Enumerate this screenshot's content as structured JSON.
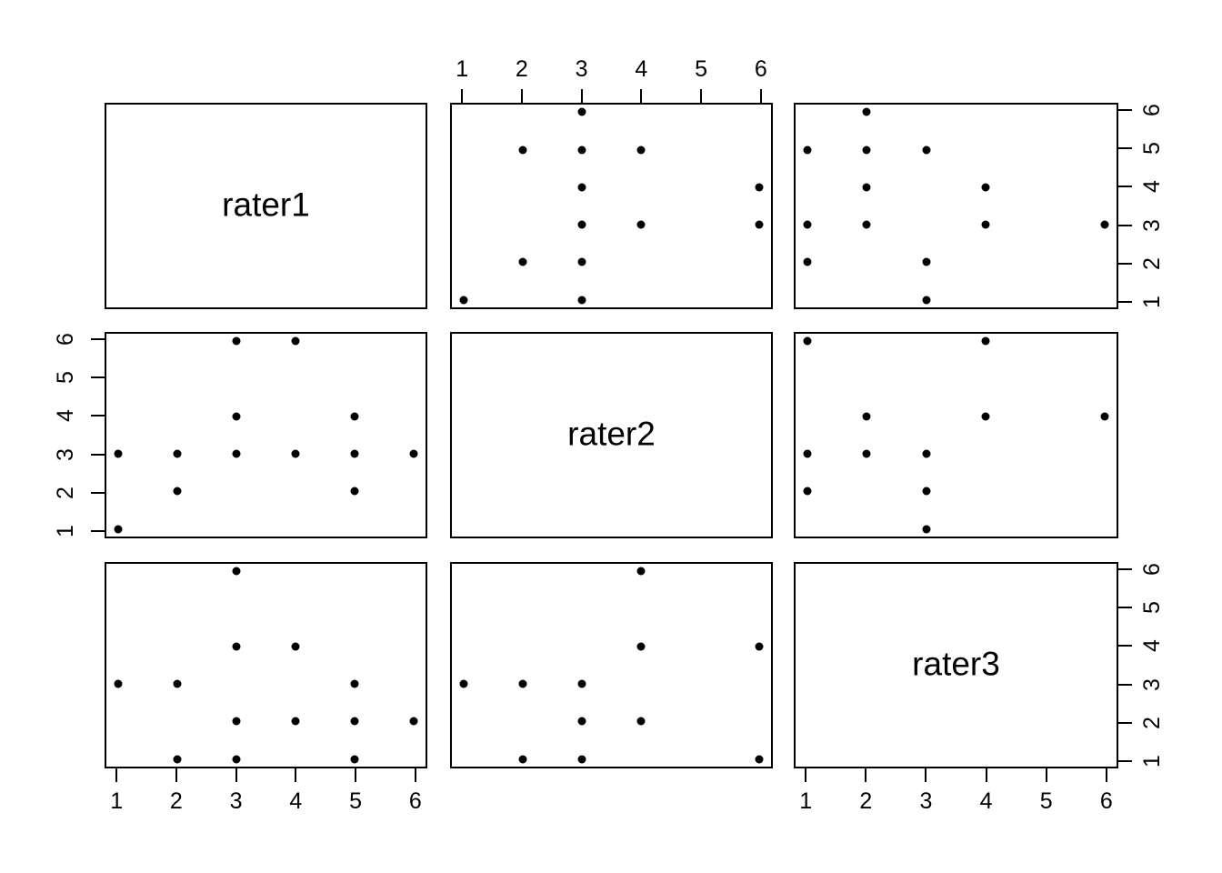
{
  "figure": {
    "background": "#ffffff",
    "foreground": "#000000",
    "point_color": "#000000"
  },
  "chart_data": {
    "type": "scatter",
    "subtype": "scatterplot-matrix",
    "title": "",
    "variables": [
      "rater1",
      "rater2",
      "rater3"
    ],
    "axis_range": [
      1,
      6
    ],
    "axis_expansion": 0.04,
    "tick_values": [
      1,
      2,
      3,
      4,
      5,
      6
    ],
    "tick_labels": [
      "1",
      "2",
      "3",
      "4",
      "5",
      "6"
    ],
    "grid": "off",
    "legend": "none",
    "panels": [
      {
        "row": 0,
        "col": 1,
        "x_var": "rater2",
        "y_var": "rater1",
        "points": [
          [
            3,
            6
          ],
          [
            2,
            5
          ],
          [
            3,
            5
          ],
          [
            4,
            5
          ],
          [
            3,
            4
          ],
          [
            6,
            4
          ],
          [
            3,
            3
          ],
          [
            4,
            3
          ],
          [
            6,
            3
          ],
          [
            2,
            2
          ],
          [
            3,
            2
          ],
          [
            1,
            1
          ],
          [
            3,
            1
          ]
        ]
      },
      {
        "row": 0,
        "col": 2,
        "x_var": "rater3",
        "y_var": "rater1",
        "points": [
          [
            2,
            6
          ],
          [
            1,
            5
          ],
          [
            2,
            5
          ],
          [
            3,
            5
          ],
          [
            2,
            4
          ],
          [
            4,
            4
          ],
          [
            1,
            3
          ],
          [
            2,
            3
          ],
          [
            4,
            3
          ],
          [
            6,
            3
          ],
          [
            1,
            2
          ],
          [
            3,
            2
          ],
          [
            3,
            1
          ]
        ]
      },
      {
        "row": 1,
        "col": 0,
        "x_var": "rater1",
        "y_var": "rater2",
        "points": [
          [
            3,
            6
          ],
          [
            4,
            6
          ],
          [
            3,
            4
          ],
          [
            5,
            4
          ],
          [
            1,
            3
          ],
          [
            2,
            3
          ],
          [
            3,
            3
          ],
          [
            4,
            3
          ],
          [
            5,
            3
          ],
          [
            6,
            3
          ],
          [
            2,
            2
          ],
          [
            5,
            2
          ],
          [
            1,
            1
          ]
        ]
      },
      {
        "row": 1,
        "col": 2,
        "x_var": "rater3",
        "y_var": "rater2",
        "points": [
          [
            1,
            6
          ],
          [
            4,
            6
          ],
          [
            2,
            4
          ],
          [
            4,
            4
          ],
          [
            6,
            4
          ],
          [
            1,
            3
          ],
          [
            2,
            3
          ],
          [
            3,
            3
          ],
          [
            1,
            2
          ],
          [
            3,
            2
          ],
          [
            3,
            1
          ]
        ]
      },
      {
        "row": 2,
        "col": 0,
        "x_var": "rater1",
        "y_var": "rater3",
        "points": [
          [
            3,
            6
          ],
          [
            3,
            4
          ],
          [
            4,
            4
          ],
          [
            1,
            3
          ],
          [
            2,
            3
          ],
          [
            5,
            3
          ],
          [
            3,
            2
          ],
          [
            4,
            2
          ],
          [
            5,
            2
          ],
          [
            6,
            2
          ],
          [
            2,
            1
          ],
          [
            3,
            1
          ],
          [
            5,
            1
          ]
        ]
      },
      {
        "row": 2,
        "col": 1,
        "x_var": "rater2",
        "y_var": "rater3",
        "points": [
          [
            4,
            6
          ],
          [
            4,
            4
          ],
          [
            6,
            4
          ],
          [
            1,
            3
          ],
          [
            2,
            3
          ],
          [
            3,
            3
          ],
          [
            3,
            2
          ],
          [
            4,
            2
          ],
          [
            2,
            1
          ],
          [
            3,
            1
          ],
          [
            6,
            1
          ]
        ]
      }
    ],
    "axes": [
      {
        "side": "top",
        "row": 0,
        "col": 1,
        "var": "rater2"
      },
      {
        "side": "right",
        "row": 0,
        "col": 2,
        "var": "rater1"
      },
      {
        "side": "left",
        "row": 1,
        "col": 0,
        "var": "rater2"
      },
      {
        "side": "bottom",
        "row": 2,
        "col": 0,
        "var": "rater1"
      },
      {
        "side": "right",
        "row": 2,
        "col": 2,
        "var": "rater3"
      },
      {
        "side": "bottom",
        "row": 2,
        "col": 2,
        "var": "rater3"
      }
    ]
  }
}
